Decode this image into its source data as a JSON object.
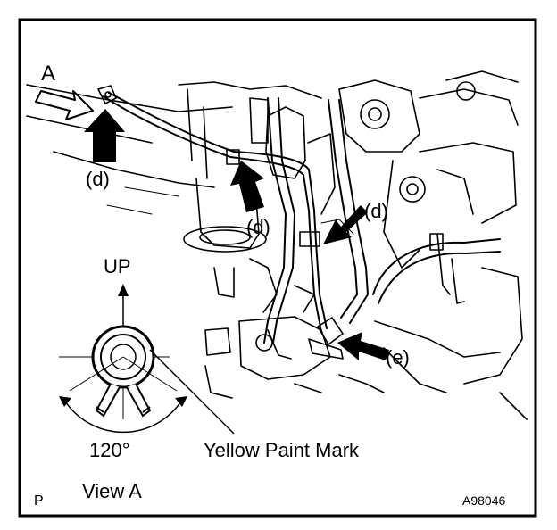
{
  "labels": {
    "view_arrow": "A",
    "callout_d": "(d)",
    "callout_e": "(e)",
    "up": "UP",
    "angle": "120°",
    "paint_mark": "Yellow Paint Mark",
    "view": "View A",
    "corner": "P",
    "figure_id": "A98046"
  },
  "icons": [
    "view-direction-arrow",
    "callout-arrow",
    "up-arrow",
    "angle-arc-arrow",
    "fuel-hose-connector"
  ],
  "colors": {
    "line": "#000000",
    "background": "#ffffff"
  }
}
